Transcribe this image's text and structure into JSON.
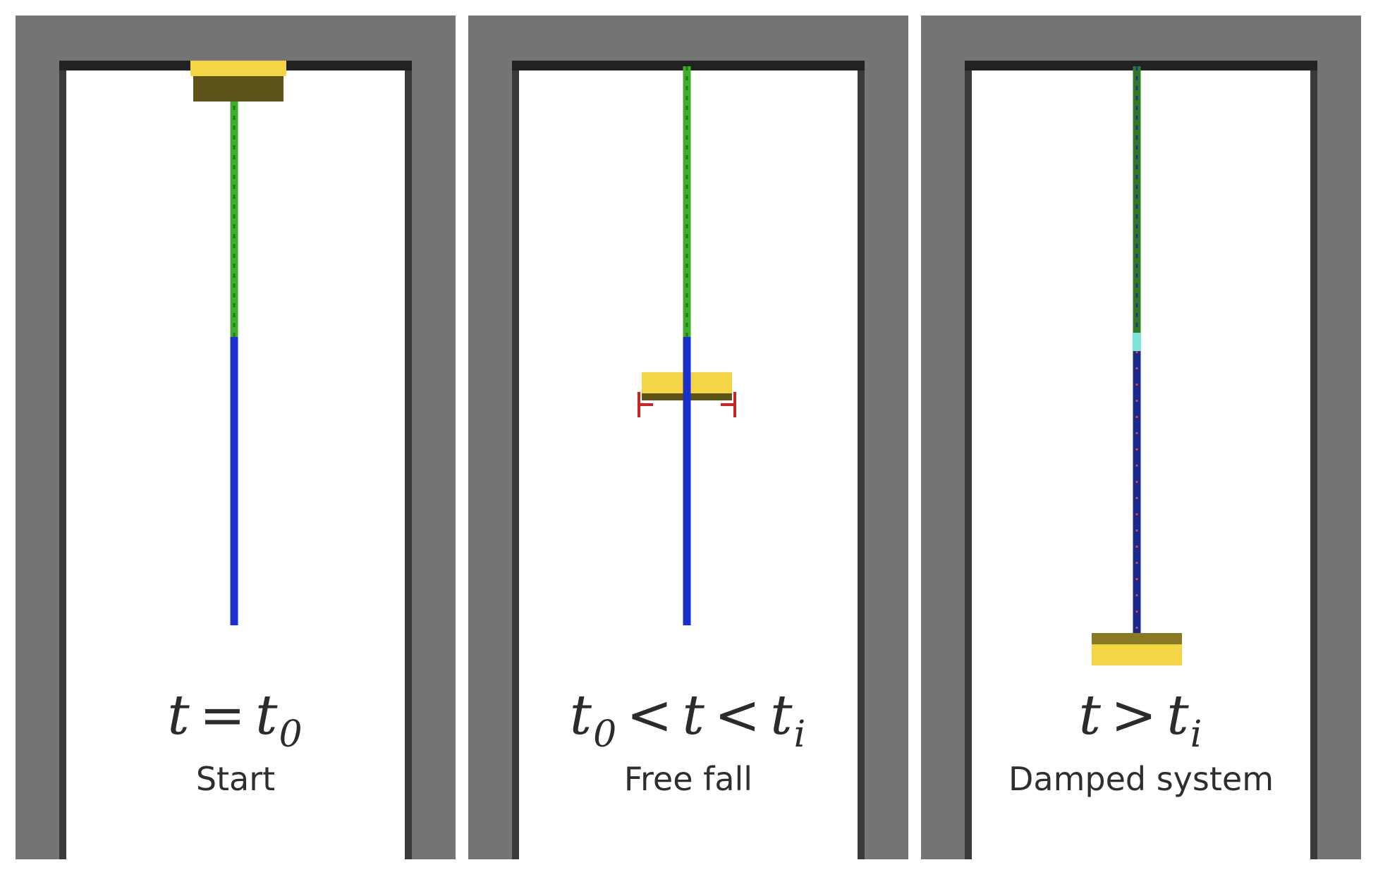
{
  "colors": {
    "frame": "#747474",
    "frame_inner_edge": "#3a3a3a",
    "beam_shadow": "#222222",
    "rope_upper": "#3fae2a",
    "rope_lower": "#1b2fcf",
    "rope_damped": "#1a2a8c",
    "damper_stripe": "#c44a4a",
    "block_top": "#f4d545",
    "block_body": "#5e5417",
    "clamp": "#cc2222",
    "transition": "#7fe3d8"
  },
  "panels": [
    {
      "equation": {
        "lhs": "t",
        "lhs_sub": "",
        "op1": "=",
        "mid": "t",
        "mid_sub": "0",
        "op2": "",
        "rhs": "",
        "rhs_sub": ""
      },
      "caption": "Start"
    },
    {
      "equation": {
        "lhs": "t",
        "lhs_sub": "0",
        "op1": "<",
        "mid": "t",
        "mid_sub": "",
        "op2": "<",
        "rhs": "t",
        "rhs_sub": "i"
      },
      "caption": "Free fall"
    },
    {
      "equation": {
        "lhs": "t",
        "lhs_sub": "",
        "op1": ">",
        "mid": "t",
        "mid_sub": "i",
        "op2": "",
        "rhs": "",
        "rhs_sub": ""
      },
      "caption": "Damped system"
    }
  ]
}
